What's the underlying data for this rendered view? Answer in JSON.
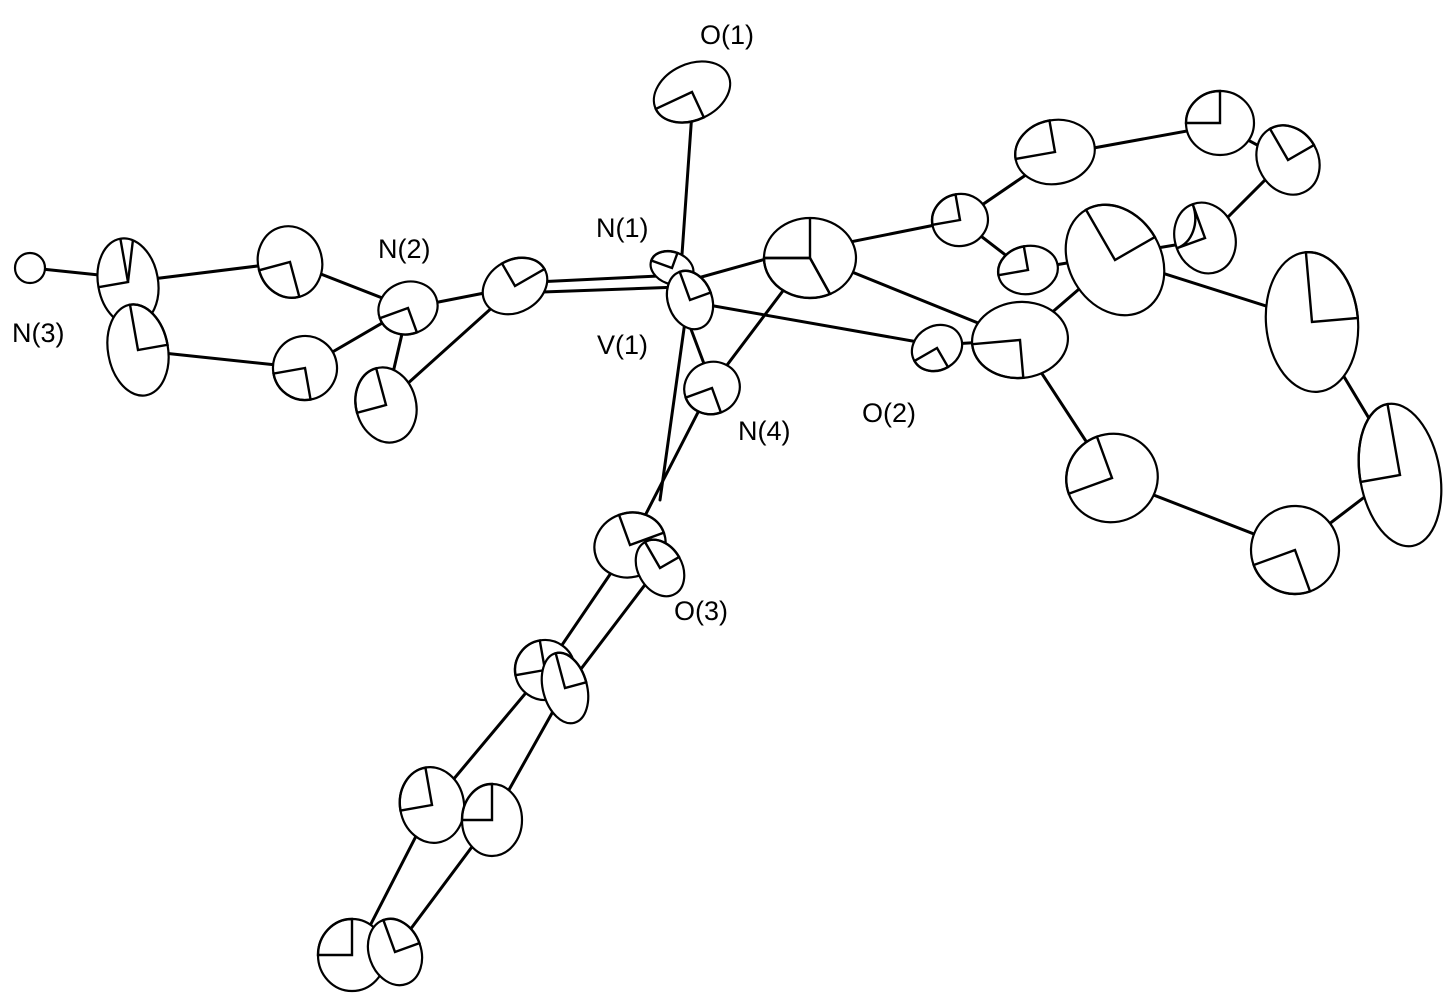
{
  "figure": {
    "atom_labels": [
      "O(1)",
      "N(1)",
      "N(2)",
      "N(3)",
      "V(1)",
      "N(4)",
      "O(2)",
      "O(3)"
    ]
  }
}
